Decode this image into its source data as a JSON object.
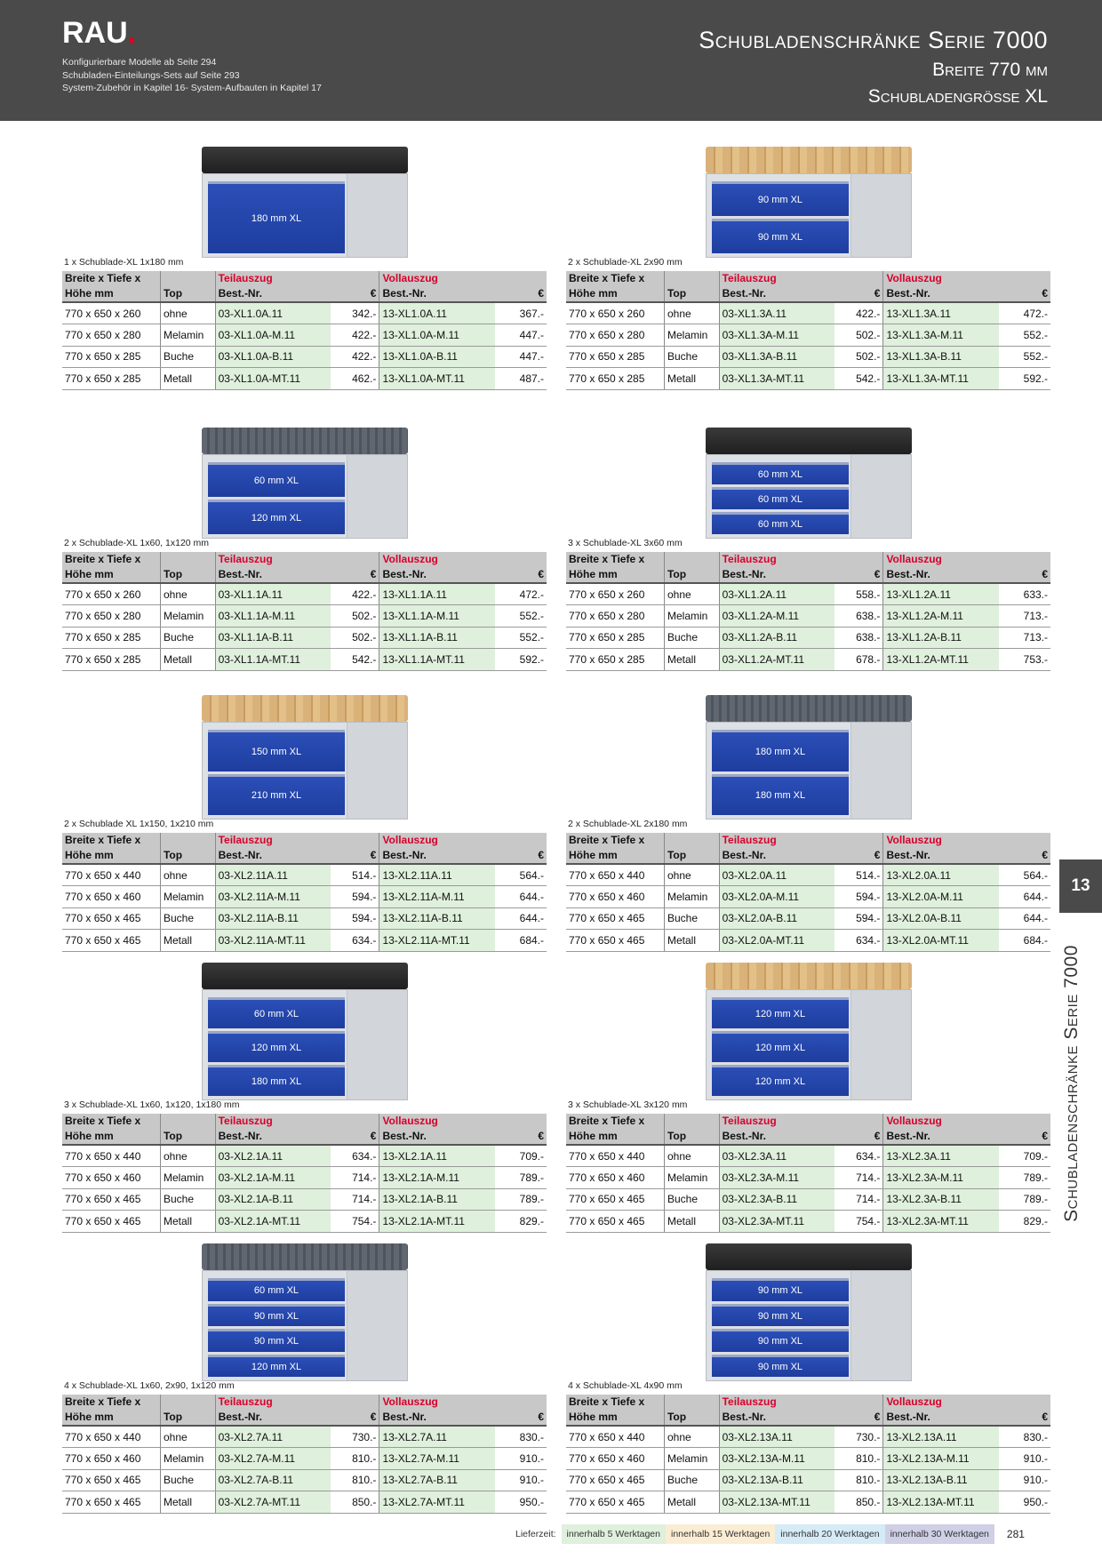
{
  "header": {
    "logo": "RAU",
    "logo_dot": ".",
    "notes": [
      "Konfigurierbare Modelle ab Seite 294",
      "Schubladen-Einteilungs-Sets auf Seite 293",
      "System-Zubehör in Kapitel 16- System-Aufbauten in Kapitel 17"
    ],
    "title": "Schubladenschränke Serie 7000",
    "subtitle1": "Breite 770 mm",
    "subtitle2": "Schubladengrösse XL"
  },
  "side": {
    "tab_number": "13",
    "vertical_title": "Schubladenschränke Serie 7000"
  },
  "table_headers": {
    "col1_line1": "Breite x Tiefe x",
    "col1_line2": "Höhe mm",
    "top": "Top",
    "teil": "Teilauszug",
    "voll": "Vollauszug",
    "bestnr": "Best.-Nr.",
    "euro": "€"
  },
  "sections": [
    {
      "caption": "1 x Schublade-XL 1x180 mm",
      "top_type": "black",
      "drawers": [
        "180 mm XL"
      ],
      "rows": [
        {
          "dim": "770 x 650 x 260",
          "top": "ohne",
          "teil_nr": "03-XL1.0A.11",
          "teil_price": "342.-",
          "voll_nr": "13-XL1.0A.11",
          "voll_price": "367.-"
        },
        {
          "dim": "770 x 650 x 280",
          "top": "Melamin",
          "teil_nr": "03-XL1.0A-M.11",
          "teil_price": "422.-",
          "voll_nr": "13-XL1.0A-M.11",
          "voll_price": "447.-"
        },
        {
          "dim": "770 x 650 x 285",
          "top": "Buche",
          "teil_nr": "03-XL1.0A-B.11",
          "teil_price": "422.-",
          "voll_nr": "13-XL1.0A-B.11",
          "voll_price": "447.-"
        },
        {
          "dim": "770 x 650 x 285",
          "top": "Metall",
          "teil_nr": "03-XL1.0A-MT.11",
          "teil_price": "462.-",
          "voll_nr": "13-XL1.0A-MT.11",
          "voll_price": "487.-"
        }
      ]
    },
    {
      "caption": "2 x Schublade-XL 2x90 mm",
      "top_type": "wood",
      "drawers": [
        "90 mm XL",
        "90 mm XL"
      ],
      "rows": [
        {
          "dim": "770 x 650 x 260",
          "top": "ohne",
          "teil_nr": "03-XL1.3A.11",
          "teil_price": "422.-",
          "voll_nr": "13-XL1.3A.11",
          "voll_price": "472.-"
        },
        {
          "dim": "770 x 650 x 280",
          "top": "Melamin",
          "teil_nr": "03-XL1.3A-M.11",
          "teil_price": "502.-",
          "voll_nr": "13-XL1.3A-M.11",
          "voll_price": "552.-"
        },
        {
          "dim": "770 x 650 x 285",
          "top": "Buche",
          "teil_nr": "03-XL1.3A-B.11",
          "teil_price": "502.-",
          "voll_nr": "13-XL1.3A-B.11",
          "voll_price": "552.-"
        },
        {
          "dim": "770 x 650 x 285",
          "top": "Metall",
          "teil_nr": "03-XL1.3A-MT.11",
          "teil_price": "542.-",
          "voll_nr": "13-XL1.3A-MT.11",
          "voll_price": "592.-"
        }
      ]
    },
    {
      "caption": "2 x Schublade-XL 1x60, 1x120 mm",
      "top_type": "mat",
      "drawers": [
        "60 mm XL",
        "120 mm XL"
      ],
      "rows": [
        {
          "dim": "770 x 650 x 260",
          "top": "ohne",
          "teil_nr": "03-XL1.1A.11",
          "teil_price": "422.-",
          "voll_nr": "13-XL1.1A.11",
          "voll_price": "472.-"
        },
        {
          "dim": "770 x 650 x 280",
          "top": "Melamin",
          "teil_nr": "03-XL1.1A-M.11",
          "teil_price": "502.-",
          "voll_nr": "13-XL1.1A-M.11",
          "voll_price": "552.-"
        },
        {
          "dim": "770 x 650 x 285",
          "top": "Buche",
          "teil_nr": "03-XL1.1A-B.11",
          "teil_price": "502.-",
          "voll_nr": "13-XL1.1A-B.11",
          "voll_price": "552.-"
        },
        {
          "dim": "770 x 650 x 285",
          "top": "Metall",
          "teil_nr": "03-XL1.1A-MT.11",
          "teil_price": "542.-",
          "voll_nr": "13-XL1.1A-MT.11",
          "voll_price": "592.-"
        }
      ]
    },
    {
      "caption": "3 x Schublade-XL 3x60 mm",
      "top_type": "black",
      "drawers": [
        "60 mm XL",
        "60 mm XL",
        "60 mm XL"
      ],
      "rows": [
        {
          "dim": "770 x 650 x 260",
          "top": "ohne",
          "teil_nr": "03-XL1.2A.11",
          "teil_price": "558.-",
          "voll_nr": "13-XL1.2A.11",
          "voll_price": "633.-"
        },
        {
          "dim": "770 x 650 x 280",
          "top": "Melamin",
          "teil_nr": "03-XL1.2A-M.11",
          "teil_price": "638.-",
          "voll_nr": "13-XL1.2A-M.11",
          "voll_price": "713.-"
        },
        {
          "dim": "770 x 650 x 285",
          "top": "Buche",
          "teil_nr": "03-XL1.2A-B.11",
          "teil_price": "638.-",
          "voll_nr": "13-XL1.2A-B.11",
          "voll_price": "713.-"
        },
        {
          "dim": "770 x 650 x 285",
          "top": "Metall",
          "teil_nr": "03-XL1.2A-MT.11",
          "teil_price": "678.-",
          "voll_nr": "13-XL1.2A-MT.11",
          "voll_price": "753.-"
        }
      ]
    },
    {
      "caption": "2 x Schublade XL 1x150, 1x210 mm",
      "top_type": "wood",
      "drawers": [
        "150 mm XL",
        "210 mm XL"
      ],
      "rows": [
        {
          "dim": "770 x 650 x 440",
          "top": "ohne",
          "teil_nr": "03-XL2.11A.11",
          "teil_price": "514.-",
          "voll_nr": "13-XL2.11A.11",
          "voll_price": "564.-"
        },
        {
          "dim": "770 x 650 x 460",
          "top": "Melamin",
          "teil_nr": "03-XL2.11A-M.11",
          "teil_price": "594.-",
          "voll_nr": "13-XL2.11A-M.11",
          "voll_price": "644.-"
        },
        {
          "dim": "770 x 650 x 465",
          "top": "Buche",
          "teil_nr": "03-XL2.11A-B.11",
          "teil_price": "594.-",
          "voll_nr": "13-XL2.11A-B.11",
          "voll_price": "644.-"
        },
        {
          "dim": "770 x 650 x 465",
          "top": "Metall",
          "teil_nr": "03-XL2.11A-MT.11",
          "teil_price": "634.-",
          "voll_nr": "13-XL2.11A-MT.11",
          "voll_price": "684.-"
        }
      ]
    },
    {
      "caption": "2 x Schublade-XL 2x180 mm",
      "top_type": "mat",
      "drawers": [
        "180 mm XL",
        "180 mm XL"
      ],
      "rows": [
        {
          "dim": "770 x 650 x 440",
          "top": "ohne",
          "teil_nr": "03-XL2.0A.11",
          "teil_price": "514.-",
          "voll_nr": "13-XL2.0A.11",
          "voll_price": "564.-"
        },
        {
          "dim": "770 x 650 x 460",
          "top": "Melamin",
          "teil_nr": "03-XL2.0A-M.11",
          "teil_price": "594.-",
          "voll_nr": "13-XL2.0A-M.11",
          "voll_price": "644.-"
        },
        {
          "dim": "770 x 650 x 465",
          "top": "Buche",
          "teil_nr": "03-XL2.0A-B.11",
          "teil_price": "594.-",
          "voll_nr": "13-XL2.0A-B.11",
          "voll_price": "644.-"
        },
        {
          "dim": "770 x 650 x 465",
          "top": "Metall",
          "teil_nr": "03-XL2.0A-MT.11",
          "teil_price": "634.-",
          "voll_nr": "13-XL2.0A-MT.11",
          "voll_price": "684.-"
        }
      ]
    },
    {
      "caption": "3 x Schublade-XL 1x60, 1x120, 1x180 mm",
      "top_type": "black",
      "drawers": [
        "60 mm XL",
        "120 mm XL",
        "180 mm XL"
      ],
      "rows": [
        {
          "dim": "770 x 650 x 440",
          "top": "ohne",
          "teil_nr": "03-XL2.1A.11",
          "teil_price": "634.-",
          "voll_nr": "13-XL2.1A.11",
          "voll_price": "709.-"
        },
        {
          "dim": "770 x 650 x 460",
          "top": "Melamin",
          "teil_nr": "03-XL2.1A-M.11",
          "teil_price": "714.-",
          "voll_nr": "13-XL2.1A-M.11",
          "voll_price": "789.-"
        },
        {
          "dim": "770 x 650 x 465",
          "top": "Buche",
          "teil_nr": "03-XL2.1A-B.11",
          "teil_price": "714.-",
          "voll_nr": "13-XL2.1A-B.11",
          "voll_price": "789.-"
        },
        {
          "dim": "770 x 650 x 465",
          "top": "Metall",
          "teil_nr": "03-XL2.1A-MT.11",
          "teil_price": "754.-",
          "voll_nr": "13-XL2.1A-MT.11",
          "voll_price": "829.-"
        }
      ]
    },
    {
      "caption": "3 x Schublade-XL 3x120 mm",
      "top_type": "wood",
      "drawers": [
        "120 mm XL",
        "120 mm XL",
        "120 mm XL"
      ],
      "rows": [
        {
          "dim": "770 x 650 x 440",
          "top": "ohne",
          "teil_nr": "03-XL2.3A.11",
          "teil_price": "634.-",
          "voll_nr": "13-XL2.3A.11",
          "voll_price": "709.-"
        },
        {
          "dim": "770 x 650 x 460",
          "top": "Melamin",
          "teil_nr": "03-XL2.3A-M.11",
          "teil_price": "714.-",
          "voll_nr": "13-XL2.3A-M.11",
          "voll_price": "789.-"
        },
        {
          "dim": "770 x 650 x 465",
          "top": "Buche",
          "teil_nr": "03-XL2.3A-B.11",
          "teil_price": "714.-",
          "voll_nr": "13-XL2.3A-B.11",
          "voll_price": "789.-"
        },
        {
          "dim": "770 x 650 x 465",
          "top": "Metall",
          "teil_nr": "03-XL2.3A-MT.11",
          "teil_price": "754.-",
          "voll_nr": "13-XL2.3A-MT.11",
          "voll_price": "829.-"
        }
      ]
    },
    {
      "caption": "4 x Schublade-XL 1x60, 2x90, 1x120 mm",
      "top_type": "mat",
      "drawers": [
        "60 mm XL",
        "90 mm XL",
        "90 mm XL",
        "120 mm XL"
      ],
      "rows": [
        {
          "dim": "770 x 650 x 440",
          "top": "ohne",
          "teil_nr": "03-XL2.7A.11",
          "teil_price": "730.-",
          "voll_nr": "13-XL2.7A.11",
          "voll_price": "830.-"
        },
        {
          "dim": "770 x 650 x 460",
          "top": "Melamin",
          "teil_nr": "03-XL2.7A-M.11",
          "teil_price": "810.-",
          "voll_nr": "13-XL2.7A-M.11",
          "voll_price": "910.-"
        },
        {
          "dim": "770 x 650 x 465",
          "top": "Buche",
          "teil_nr": "03-XL2.7A-B.11",
          "teil_price": "810.-",
          "voll_nr": "13-XL2.7A-B.11",
          "voll_price": "910.-"
        },
        {
          "dim": "770 x 650 x 465",
          "top": "Metall",
          "teil_nr": "03-XL2.7A-MT.11",
          "teil_price": "850.-",
          "voll_nr": "13-XL2.7A-MT.11",
          "voll_price": "950.-"
        }
      ]
    },
    {
      "caption": "4 x Schublade-XL 4x90 mm",
      "top_type": "black",
      "drawers": [
        "90 mm XL",
        "90 mm XL",
        "90 mm XL",
        "90 mm XL"
      ],
      "rows": [
        {
          "dim": "770 x 650 x 440",
          "top": "ohne",
          "teil_nr": "03-XL2.13A.11",
          "teil_price": "730.-",
          "voll_nr": "13-XL2.13A.11",
          "voll_price": "830.-"
        },
        {
          "dim": "770 x 650 x 460",
          "top": "Melamin",
          "teil_nr": "03-XL2.13A-M.11",
          "teil_price": "810.-",
          "voll_nr": "13-XL2.13A-M.11",
          "voll_price": "910.-"
        },
        {
          "dim": "770 x 650 x 465",
          "top": "Buche",
          "teil_nr": "03-XL2.13A-B.11",
          "teil_price": "810.-",
          "voll_nr": "13-XL2.13A-B.11",
          "voll_price": "910.-"
        },
        {
          "dim": "770 x 650 x 465",
          "top": "Metall",
          "teil_nr": "03-XL2.13A-MT.11",
          "teil_price": "850.-",
          "voll_nr": "13-XL2.13A-MT.11",
          "voll_price": "950.-"
        }
      ]
    }
  ],
  "footer": {
    "label": "Lieferzeit:",
    "chips": [
      "innerhalb 5 Werktagen",
      "innerhalb 15 Werktagen",
      "innerhalb 20 Werktagen",
      "innerhalb 30 Werktagen"
    ],
    "page_number": "281"
  },
  "colors": {
    "header_bg": "#4a4a4a",
    "accent_red": "#d7002a",
    "drawer_blue": "#2345ad",
    "green_5_days": "#dff0dc",
    "orange_15_days": "#fbedd3",
    "blue_20_days": "#d5ebf6",
    "purple_30_days": "#cfcfe6"
  }
}
